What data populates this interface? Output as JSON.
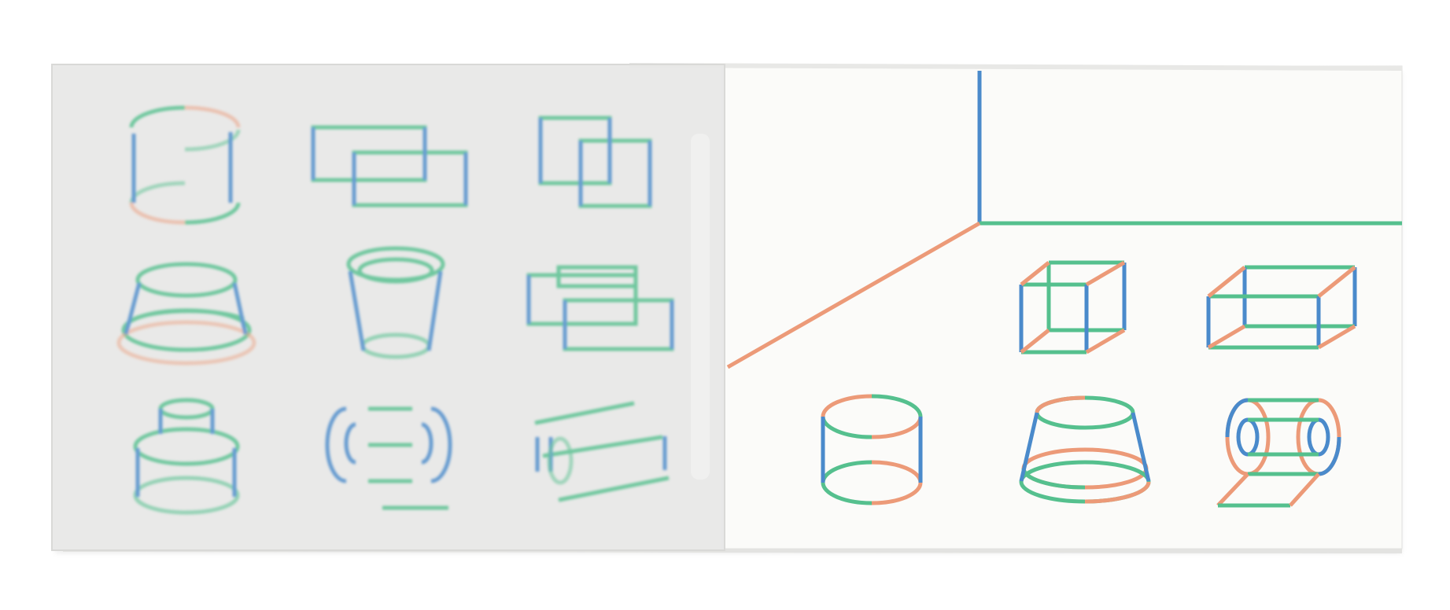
{
  "colors": {
    "background": "#ffffff",
    "tracing_sheet": "#e9e9e8",
    "book_page": "#fbfbf9",
    "blue": "#4a8acb",
    "green": "#55c08e",
    "orange": "#ec9a78"
  },
  "subject": {
    "left_sheet_shapes": [
      "cylinder",
      "double-box",
      "box",
      "cone-frustum",
      "cup",
      "offset-box",
      "stacked-cylinder",
      "roll",
      "slab"
    ],
    "right_page_shapes": [
      "room-corner",
      "cube",
      "box",
      "cylinder",
      "cone-frustum",
      "roll"
    ]
  }
}
